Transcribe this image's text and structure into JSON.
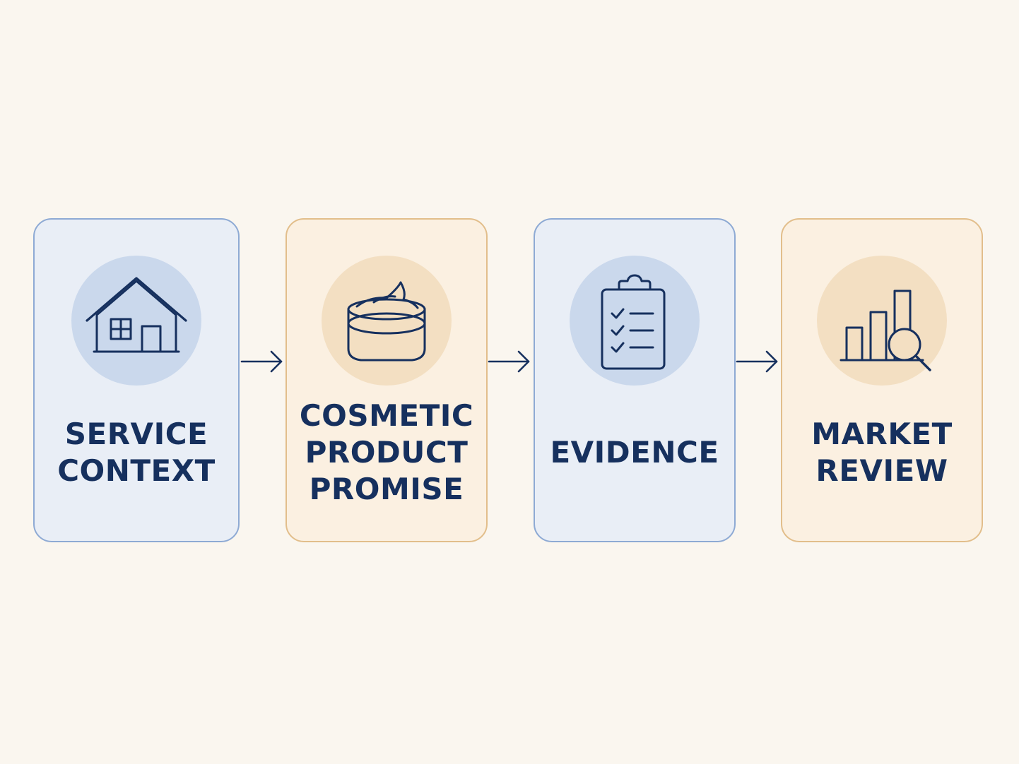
{
  "colors": {
    "background": "#faf6ef",
    "cool_card_fill": "#e9eef6",
    "cool_card_border": "#8eaad4",
    "warm_card_fill": "#fbf0e1",
    "warm_card_border": "#e2be8b",
    "ink": "#16305e"
  },
  "steps": [
    {
      "icon": "house-icon",
      "lines": [
        "SERVICE",
        "CONTEXT"
      ]
    },
    {
      "icon": "cosmetic-jar-icon",
      "lines": [
        "COSMETIC",
        "PRODUCT",
        "PROMISE"
      ]
    },
    {
      "icon": "clipboard-checklist-icon",
      "lines": [
        "EVIDENCE"
      ]
    },
    {
      "icon": "bar-chart-magnifier-icon",
      "lines": [
        "MARKET",
        "REVIEW"
      ]
    }
  ]
}
